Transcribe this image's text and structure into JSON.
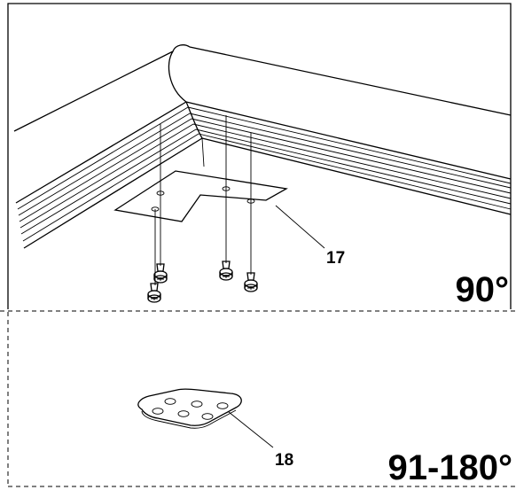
{
  "panels": [
    {
      "angle_label": "90°",
      "callout": "17"
    },
    {
      "angle_label": "91-180°",
      "callout": "18"
    }
  ]
}
